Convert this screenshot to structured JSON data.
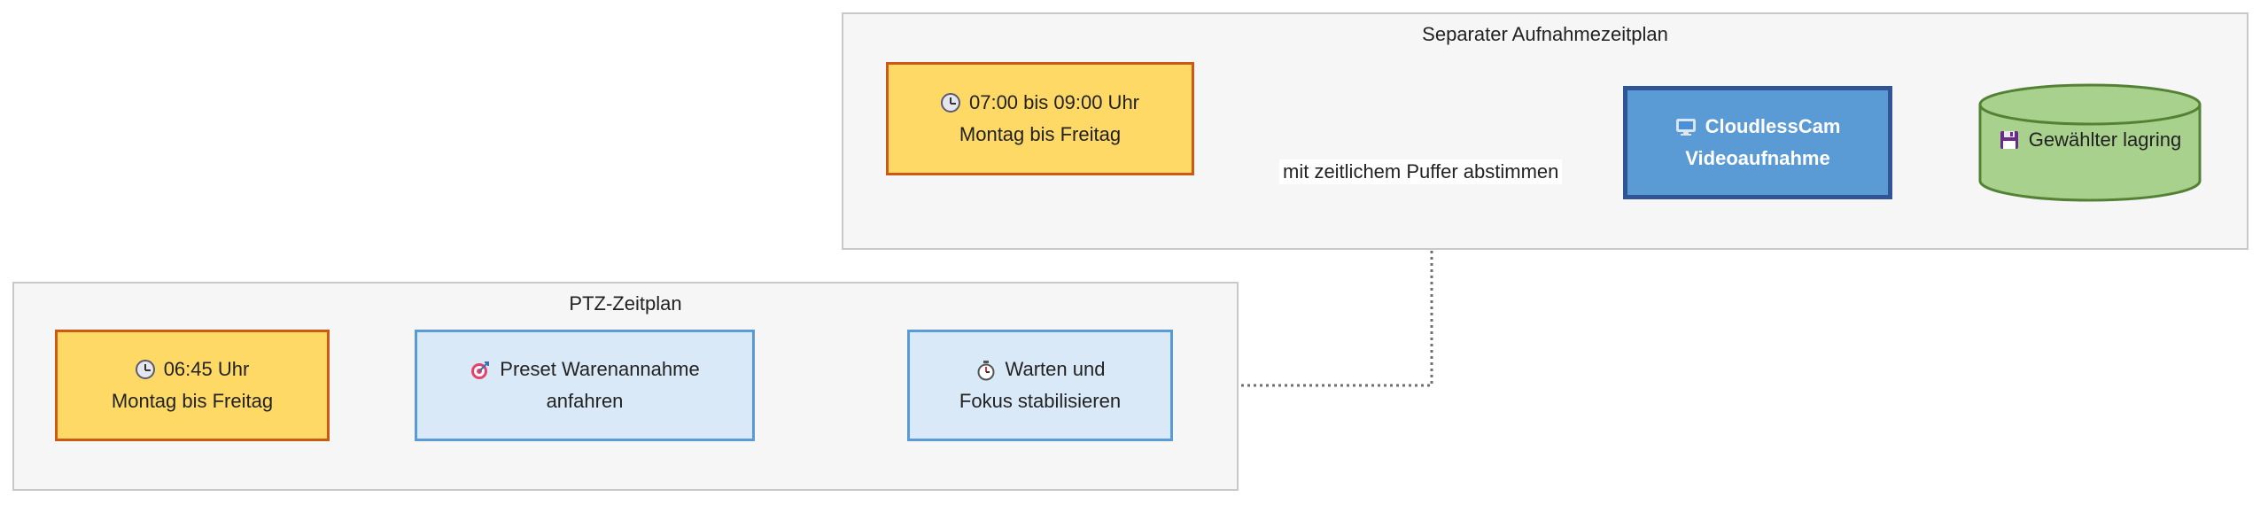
{
  "clusters": {
    "recording": {
      "title": "Separater Aufnahmezeitplan"
    },
    "ptz": {
      "title": "PTZ-Zeitplan"
    }
  },
  "nodes": {
    "rec_trigger": {
      "line1": "07:00 bis 09:00 Uhr",
      "line2": "Montag bis Freitag",
      "icon": "clock-icon"
    },
    "recorder": {
      "line1": "CloudlessCam",
      "line2": "Videoaufnahme",
      "icon": "computer-icon"
    },
    "storage": {
      "label": "Gewählter lagring",
      "icon": "floppy-disk-icon"
    },
    "ptz_trigger": {
      "line1": "06:45 Uhr",
      "line2": "Montag bis Freitag",
      "icon": "clock-icon"
    },
    "preset": {
      "line1": "Preset Warenannahme",
      "line2": "anfahren",
      "icon": "target-icon"
    },
    "wait": {
      "line1": "Warten und",
      "line2": "Fokus stabilisieren",
      "icon": "stopwatch-icon"
    }
  },
  "edges": {
    "sync_label": "mit zeitlichem Puffer abstimmen"
  },
  "colors": {
    "trigger_fill": "#ffd966",
    "trigger_border": "#cc5a14",
    "step_fill": "#dae9f7",
    "step_border": "#5b9bd5",
    "main_fill": "#5b9bd5",
    "main_border": "#2f5597",
    "store_fill": "#a9d18e",
    "store_border": "#548235",
    "edge": "#707070"
  }
}
